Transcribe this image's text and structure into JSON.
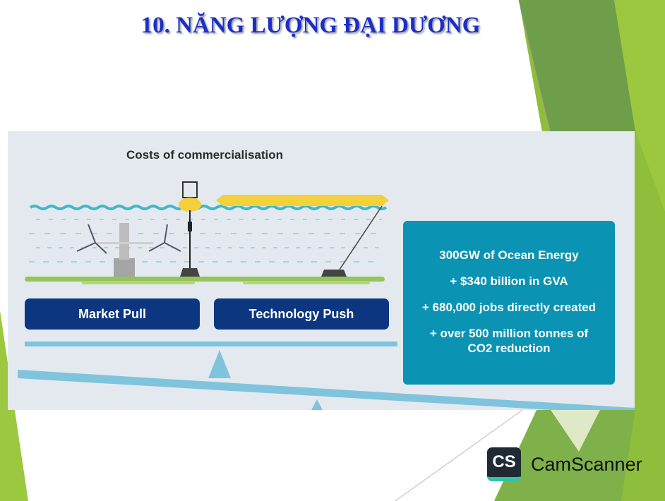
{
  "slide": {
    "title": "10. NĂNG LƯỢNG ĐẠI DƯƠNG"
  },
  "infographic": {
    "heading": "Costs of commercialisation",
    "market_pull": "Market Pull",
    "technology_push": "Technology Push",
    "stats": [
      "300GW of Ocean Energy",
      "+ $340 billion in GVA",
      "+ 680,000 jobs directly created",
      "+ over 500 million tonnes of CO2 reduction"
    ]
  },
  "watermark": {
    "logo": "CS",
    "text": "CamScanner"
  },
  "colors": {
    "title": "#1c2fc4",
    "pill": "#0c3680",
    "stats_box": "#0b93b3",
    "green": "#8dbb3a"
  }
}
